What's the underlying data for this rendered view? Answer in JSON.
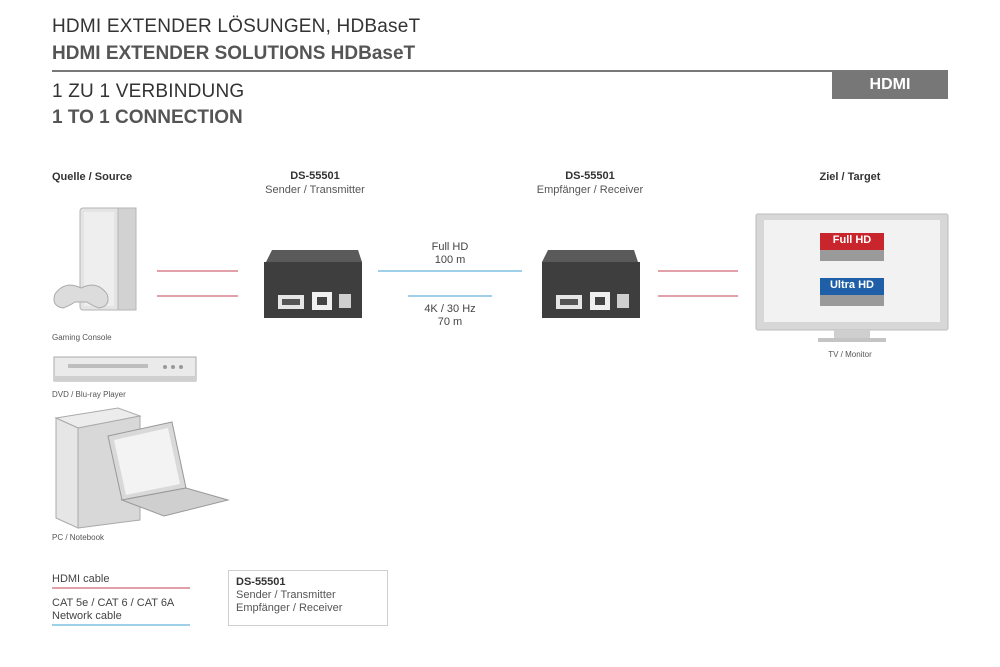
{
  "header": {
    "title_de": "HDMI EXTENDER LÖSUNGEN, HDBaseT",
    "title_en": "HDMI EXTENDER SOLUTIONS HDBaseT",
    "subtitle_de": "1 ZU 1 VERBINDUNG",
    "subtitle_en": "1 TO 1 CONNECTION",
    "badge": "HDMI"
  },
  "columns": {
    "source": "Quelle / Source",
    "sender": {
      "model": "DS-55501",
      "role": "Sender / Transmitter"
    },
    "receiver": {
      "model": "DS-55501",
      "role": "Empfänger / Receiver"
    },
    "target": "Ziel / Target"
  },
  "devices": {
    "console": "Gaming Console",
    "dvd": "DVD / Blu-ray Player",
    "pc": "PC / Notebook",
    "tv": "TV / Monitor"
  },
  "link": {
    "fullhd_label": "Full HD",
    "fullhd_distance": "100 m",
    "uhd_label": "4K / 30 Hz",
    "uhd_distance": "70 m"
  },
  "screen": {
    "fullhd": "Full HD",
    "ultrahd": "Ultra HD"
  },
  "legend": {
    "hdmi": "HDMI cable",
    "cat_line1": "CAT 5e / CAT 6 / CAT 6A",
    "cat_line2": "Network cable",
    "hdmi_color": "#e2a1a8",
    "cat_color": "#9fd0ea"
  },
  "infobox": {
    "model": "DS-55501",
    "line1": "Sender / Transmitter",
    "line2": "Empfänger / Receiver"
  }
}
